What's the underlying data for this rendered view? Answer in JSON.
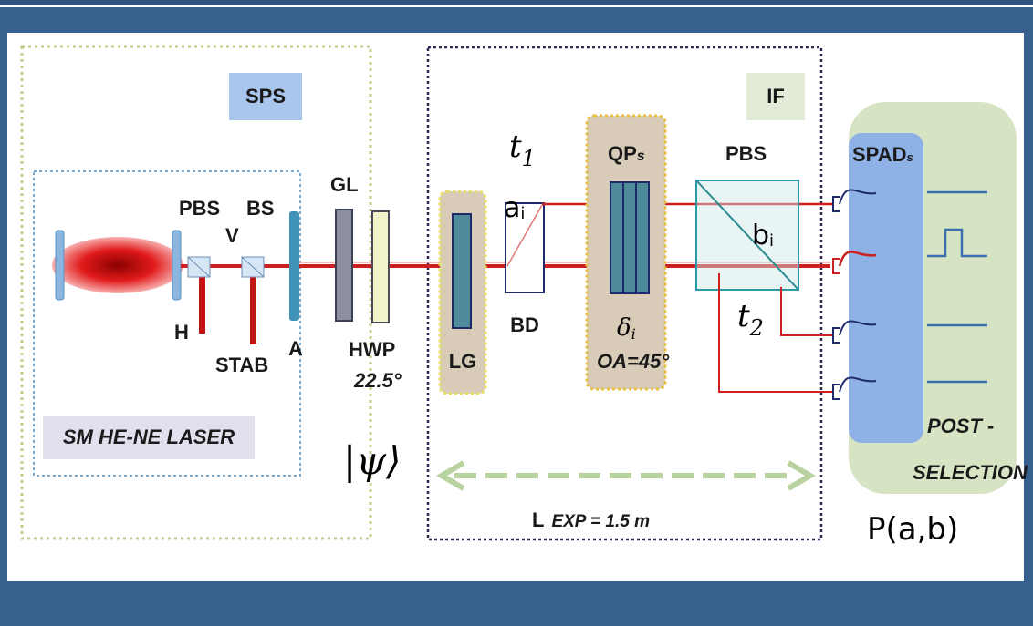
{
  "colors": {
    "frame": "#38608f",
    "beam": "#cc1f1f",
    "sps_box": "#a9c6ec",
    "if_box": "#e1ebd7",
    "detector_panel": "#8fb2e6",
    "postselection_panel": "#d7e4c3",
    "arrow": "#b9d3a0",
    "signal_trace": "#3a6fb0"
  },
  "labels": {
    "sps": "SPS",
    "if": "IF",
    "pbs_left": "PBS",
    "bs": "BS",
    "v": "V",
    "h": "H",
    "stab": "STAB",
    "a": "A",
    "gl": "GL",
    "hwp": "HWP",
    "hwp_angle": "22.5°",
    "laser": "SM HE-NE LASER",
    "psi": "|ψ⟩",
    "lg": "LG",
    "t1": "t",
    "t1_sub": "1",
    "ai": "a",
    "ai_sub": "i",
    "bd": "BD",
    "qps": "QP",
    "qps_sub": "s",
    "delta": "δ",
    "delta_sub": "i",
    "oa": "OA=45°",
    "pbs_right": "PBS",
    "bi": "b",
    "bi_sub": "i",
    "t2": "t",
    "t2_sub": "2",
    "spads": "SPAD",
    "spads_sub": "s",
    "post1": "POST -",
    "post2": "SELECTION",
    "l": "L",
    "lexp": "EXP = 1.5 m",
    "pab": "P(a,b)"
  }
}
